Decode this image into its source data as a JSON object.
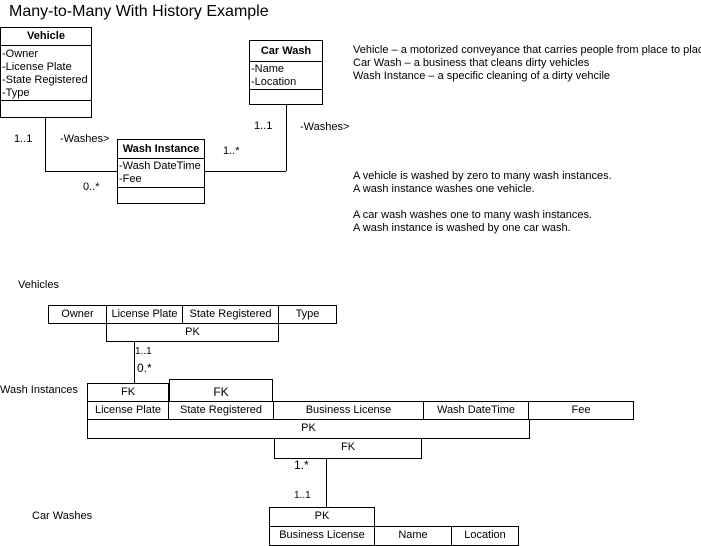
{
  "title": "Many-to-Many With History Example",
  "entities": {
    "vehicle": {
      "name": "Vehicle",
      "attributes": [
        "-Owner",
        "-License Plate",
        "-State Registered",
        "-Type"
      ]
    },
    "car_wash": {
      "name": "Car Wash",
      "attributes": [
        "-Name",
        "-Location"
      ]
    },
    "wash_instance": {
      "name": "Wash Instance",
      "attributes": [
        "-Wash DateTime",
        "-Fee"
      ]
    }
  },
  "er_labels": {
    "vehicle_mult": "1..1",
    "vehicle_washes": "-Washes>",
    "vehicle_wash_mult": "0..*",
    "carwash_mult": "1..1",
    "carwash_washes": "-Washes>",
    "carwash_wash_mult": "1..*"
  },
  "definitions": [
    "Vehicle – a motorized conveyance that carries people from place to place",
    "Car Wash – a business that cleans dirty vehicles",
    "Wash Instance – a specific cleaning of a dirty vehcile"
  ],
  "rules": [
    "A vehicle is washed by zero to many wash instances.",
    "A wash instance washes one vehicle.",
    "A car wash washes one to many wash instances.",
    "A wash instance is washed by one car wash."
  ],
  "tables": {
    "vehicles": {
      "label": "Vehicles",
      "columns": [
        "Owner",
        "License Plate",
        "State Registered",
        "Type"
      ],
      "pk": "PK"
    },
    "wash_instances": {
      "label": "Wash Instances",
      "fk1": "FK",
      "fk2": "FK",
      "columns": [
        "License Plate",
        "State Registered",
        "Business License",
        "Wash DateTime",
        "Fee"
      ],
      "pk": "PK",
      "fk3": "FK"
    },
    "car_washes": {
      "label": "Car Washes",
      "pk": "PK",
      "columns": [
        "Business License",
        "Name",
        "Location"
      ]
    }
  },
  "table_links": {
    "vehicles_mult": "1..1",
    "wash_from_vehicle_mult": "0.*",
    "wash_to_carwash_mult": "1.*",
    "carwashes_mult": "1..1"
  }
}
